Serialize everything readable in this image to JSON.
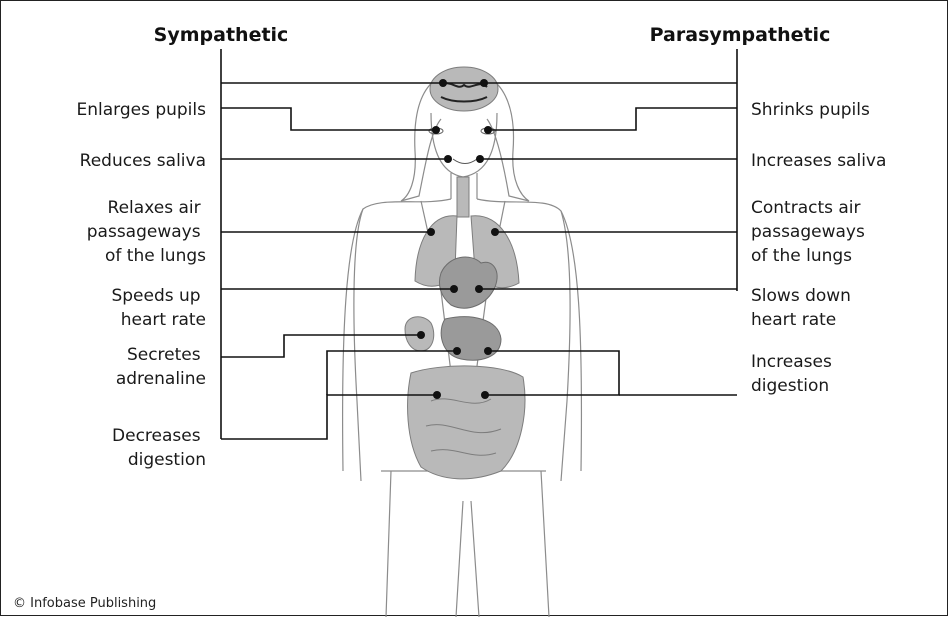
{
  "headers": {
    "left": "Sympathetic",
    "right": "Parasympathetic"
  },
  "sympathetic": [
    {
      "lines": [
        "Enlarges pupils"
      ]
    },
    {
      "lines": [
        "Reduces saliva"
      ]
    },
    {
      "lines": [
        "Relaxes air",
        "passageways",
        "of the lungs"
      ]
    },
    {
      "lines": [
        "Speeds up",
        "heart rate"
      ]
    },
    {
      "lines": [
        "Secretes",
        "adrenaline"
      ]
    },
    {
      "lines": [
        "Decreases",
        "digestion"
      ]
    }
  ],
  "parasympathetic": [
    {
      "lines": [
        "Shrinks pupils"
      ]
    },
    {
      "lines": [
        "Increases saliva"
      ]
    },
    {
      "lines": [
        "Contracts air",
        "passageways",
        "of the lungs"
      ]
    },
    {
      "lines": [
        "Slows down",
        "heart rate"
      ]
    },
    {
      "lines": [
        "Increases",
        "digestion"
      ]
    }
  ],
  "credit": "© Infobase Publishing",
  "colors": {
    "line": "#111111",
    "figure": "#8c8c8c",
    "organ": "#b9b9b9"
  }
}
